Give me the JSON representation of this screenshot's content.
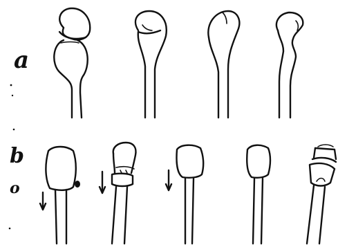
{
  "labels": {
    "row_a": "a",
    "row_b": "b",
    "row_b_sub": "o"
  }
}
